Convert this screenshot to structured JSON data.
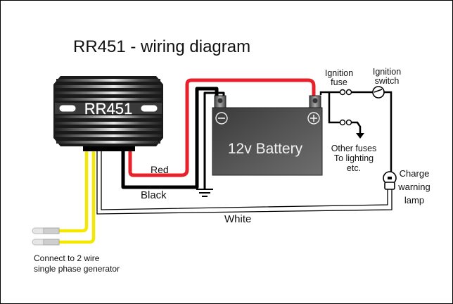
{
  "title": "RR451 - wiring diagram",
  "regulator": {
    "label": "RR451"
  },
  "battery": {
    "label": "12v Battery",
    "negative_symbol": "−",
    "positive_symbol": "+"
  },
  "wires": {
    "red": "Red",
    "black": "Black",
    "white": "White"
  },
  "wire_colors": {
    "red": "#e8202a",
    "black": "#000000",
    "yellow": "#f5e800",
    "white": "#ffffff"
  },
  "ignition_fuse": {
    "line1": "Ignition",
    "line2": "fuse"
  },
  "ignition_switch": {
    "line1": "Ignition",
    "line2": "switch"
  },
  "other_fuses": {
    "line1": "Other fuses",
    "line2": "To lighting",
    "line3": "etc."
  },
  "charge_lamp": {
    "line1": "Charge",
    "line2": "warning",
    "line3": "lamp"
  },
  "generator_note": {
    "line1": "Connect to 2 wire",
    "line2": "single phase generator"
  }
}
